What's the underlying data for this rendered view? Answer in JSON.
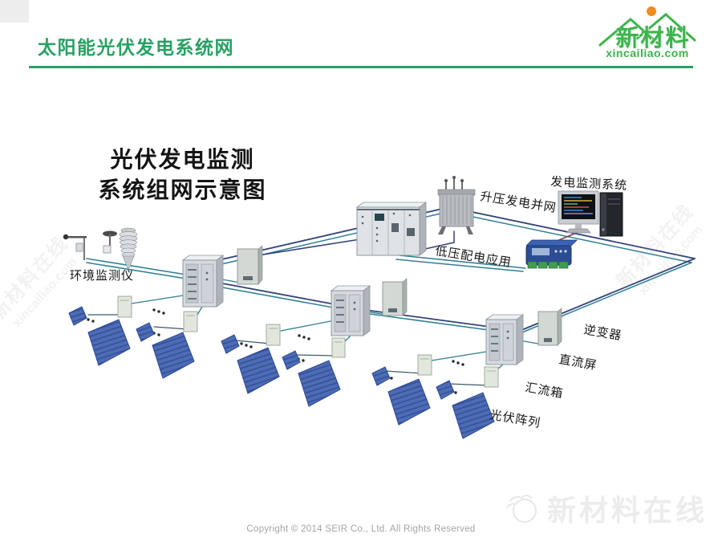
{
  "header": {
    "title": "太阳能光伏发电系统网"
  },
  "logo": {
    "name": "新材料",
    "url": "xincailiao.com"
  },
  "diagram": {
    "title_line1": "光伏发电监测",
    "title_line2": "系统组网示意图",
    "labels": {
      "env_monitor": "环境监测仪",
      "step_up_grid": "升压发电并网",
      "gen_monitor_system": "发电监测系统",
      "lv_distribution": "低压配电应用",
      "inverter": "逆变器",
      "dc_panel": "直流屏",
      "combiner_box": "汇流箱",
      "pv_array": "光伏阵列"
    }
  },
  "footer": {
    "copyright": "Copyright © 2014  SEIR Co., Ltd. All Rights Reserved"
  },
  "watermark": {
    "brand": "新材料在线",
    "domain": "xincailiao.com"
  },
  "colors": {
    "accent_green": "#27a163",
    "logo_green": "#3cb44b",
    "sun_orange": "#f08c1e",
    "panel_blue": "#4d6cb3",
    "line_navy": "#33427a",
    "line_teal": "#2f7f92"
  }
}
